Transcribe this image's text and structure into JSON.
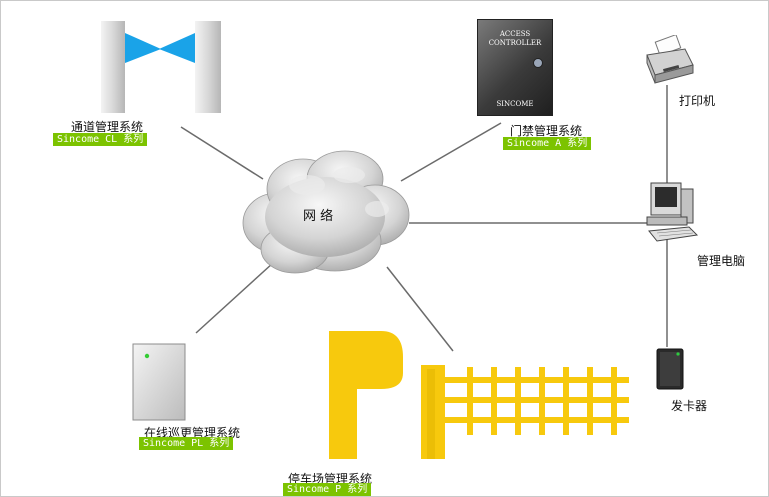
{
  "network_label": "网  络",
  "nodes": {
    "channel": {
      "title": "通道管理系统",
      "series": "Sincome CL 系列"
    },
    "access": {
      "title": "门禁管理系统",
      "series": "Sincome A 系列",
      "device_lines": [
        "ACCESS",
        "CONTROLLER",
        "SINCOME"
      ]
    },
    "printer": {
      "title": "打印机"
    },
    "pc": {
      "title": "管理电脑"
    },
    "card": {
      "title": "发卡器"
    },
    "patrol": {
      "title": "在线巡更管理系统",
      "series": "Sincome PL 系列"
    },
    "parking": {
      "title": "停车场管理系统",
      "series": "Sincome P 系列"
    }
  },
  "colors": {
    "tag_bg": "#7cc300",
    "barrier": "#f7c90d",
    "turnstile_wing": "#1aa3e8",
    "line": "#6b6b6b"
  }
}
